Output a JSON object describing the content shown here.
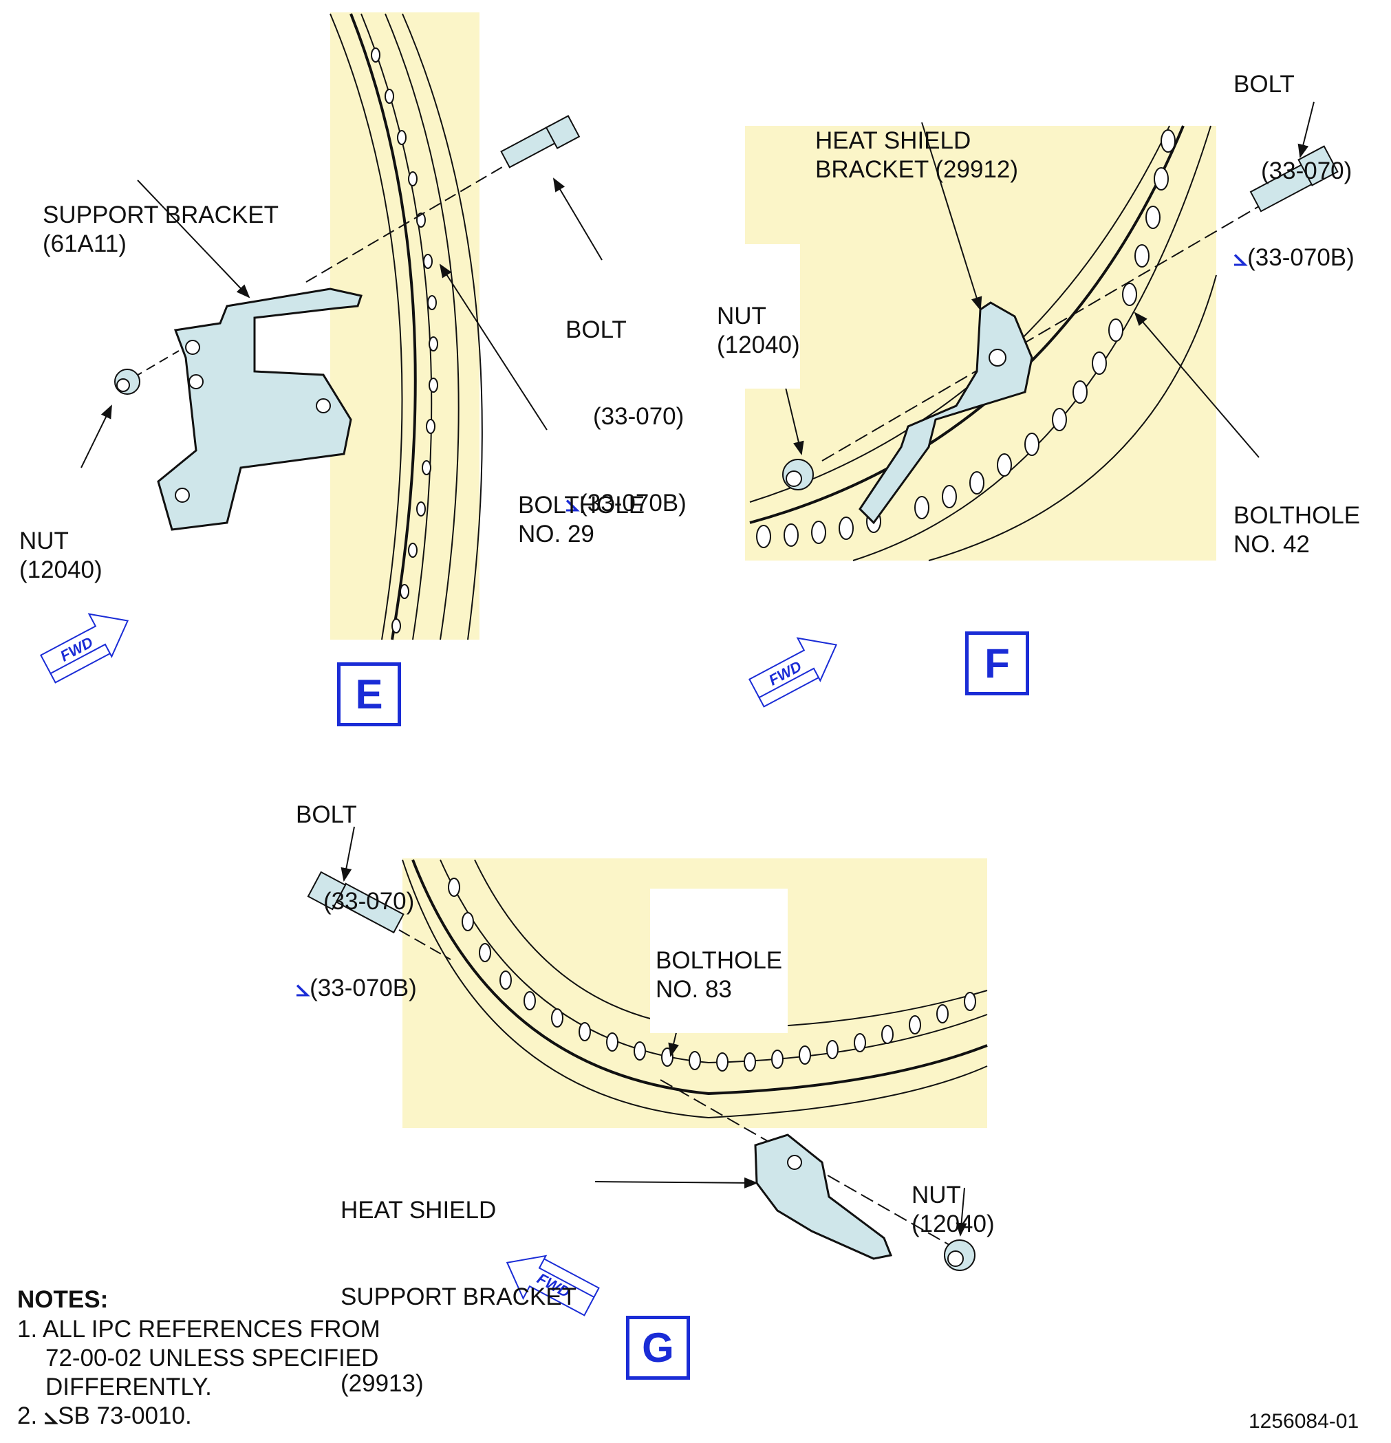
{
  "views": {
    "E": {
      "label": "E",
      "support_bracket": [
        "SUPPORT BRACKET",
        "(61A11)"
      ],
      "bolt": [
        "BOLT",
        "(33-070)",
        "(33-070B)"
      ],
      "nut": [
        "NUT",
        "(12040)"
      ],
      "bolthole": [
        "BOLTHOLE",
        "NO. 29"
      ],
      "fwd": "FWD"
    },
    "F": {
      "label": "F",
      "heat_shield_bracket": [
        "HEAT SHIELD",
        "BRACKET (29912)"
      ],
      "bolt": [
        "BOLT",
        "(33-070)",
        "(33-070B)"
      ],
      "nut": [
        "NUT",
        "(12040)"
      ],
      "bolthole": [
        "BOLTHOLE",
        "NO. 42"
      ],
      "fwd": "FWD"
    },
    "G": {
      "label": "G",
      "bolt": [
        "BOLT",
        "(33-070)",
        "(33-070B)"
      ],
      "bolthole": [
        "BOLTHOLE",
        "NO. 83"
      ],
      "heat_shield_support_bracket": [
        "HEAT SHIELD",
        "SUPPORT BRACKET",
        "(29913)"
      ],
      "nut": [
        "NUT",
        "(12040)"
      ],
      "fwd": "FWD"
    }
  },
  "notes": {
    "title": "NOTES:",
    "items": [
      {
        "num": "1.",
        "lines": [
          "ALL IPC REFERENCES FROM",
          "72-00-02 UNLESS SPECIFIED",
          "DIFFERENTLY."
        ]
      },
      {
        "num": "2.",
        "text": "SB 73-0010."
      }
    ]
  },
  "doc_number": "1256084-01",
  "colors": {
    "background_panel": "#fbf5c8",
    "part_fill": "#cfe6ea",
    "callout_blue": "#1a2cd6"
  }
}
